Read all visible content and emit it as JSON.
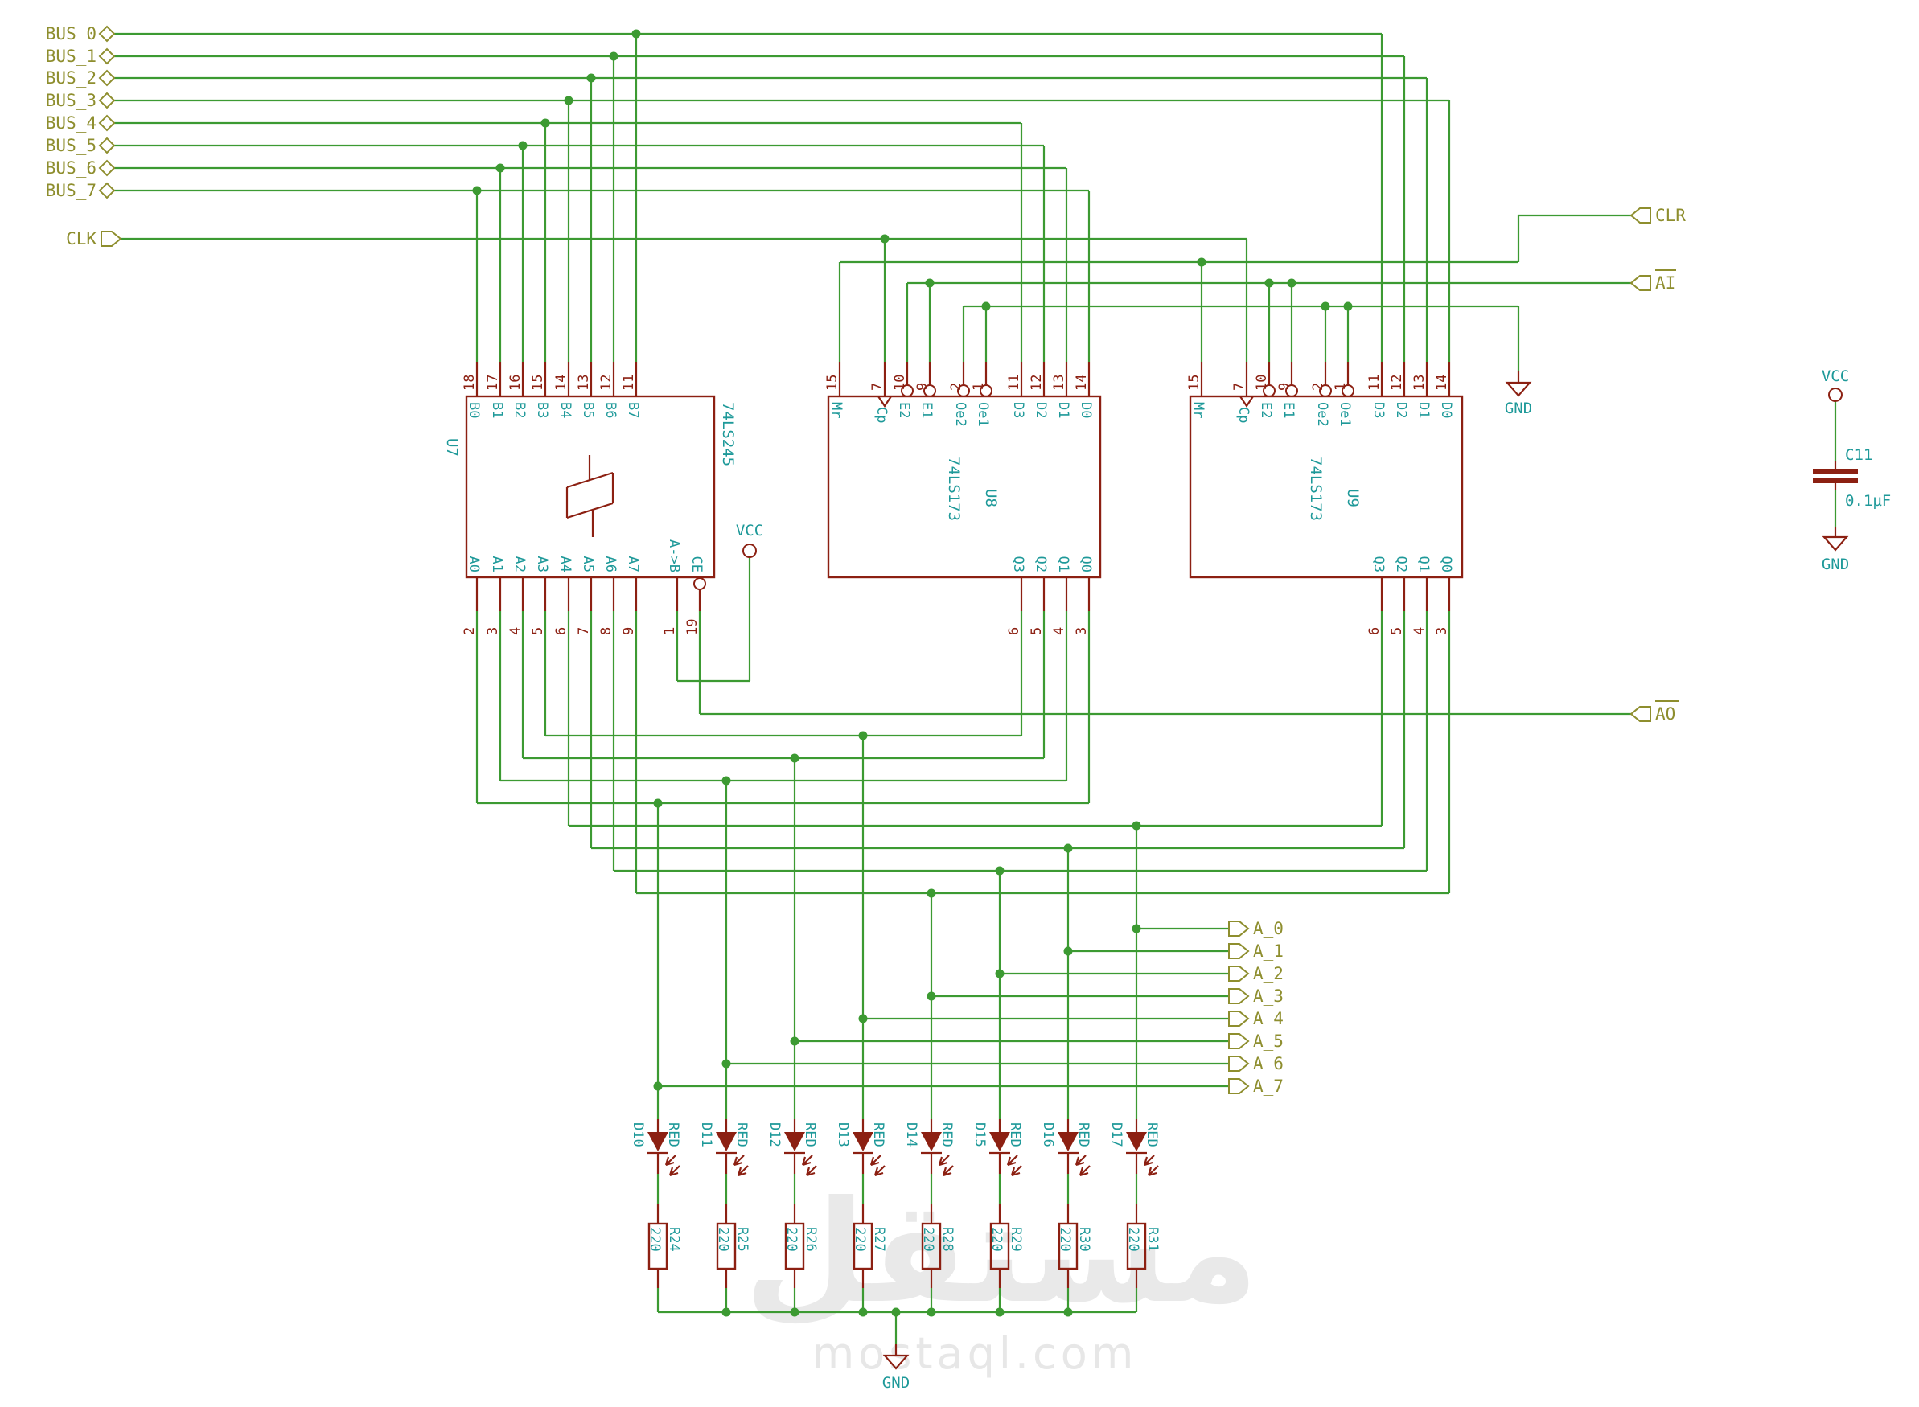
{
  "bus_labels": [
    "BUS_0",
    "BUS_1",
    "BUS_2",
    "BUS_3",
    "BUS_4",
    "BUS_5",
    "BUS_6",
    "BUS_7"
  ],
  "clk_label": "CLK",
  "clr_label": "CLR",
  "ai_label": "AI",
  "ao_label": "AO",
  "a_labels": [
    "A_0",
    "A_1",
    "A_2",
    "A_3",
    "A_4",
    "A_5",
    "A_6",
    "A_7"
  ],
  "colors": {
    "wire": "#3c9a32",
    "symbol": "#8c2012",
    "pin_name": "#1e9999",
    "net_label": "#8e8e2e",
    "watermark": "#e9e9e9"
  },
  "chips": {
    "u7": {
      "ref": "U7",
      "value": "74LS245",
      "top_nums": [
        "18",
        "17",
        "16",
        "15",
        "14",
        "13",
        "12",
        "11"
      ],
      "top_names": [
        "B0",
        "B1",
        "B2",
        "B3",
        "B4",
        "B5",
        "B6",
        "B7"
      ],
      "bot_nums": [
        "2",
        "3",
        "4",
        "5",
        "6",
        "7",
        "8",
        "9"
      ],
      "bot_names": [
        "A0",
        "A1",
        "A2",
        "A3",
        "A4",
        "A5",
        "A6",
        "A7"
      ],
      "dir_num": "1",
      "dir_name": "A->B",
      "ce_num": "19",
      "ce_name": "CE"
    },
    "u8": {
      "ref": "U8",
      "value": "74LS173",
      "top_nums": [
        "15",
        "7",
        "10",
        "9",
        "2",
        "1",
        "11",
        "12",
        "13",
        "14"
      ],
      "top_names": [
        "Mr",
        "Cp",
        "E2",
        "E1",
        "Oe2",
        "Oe1",
        "D3",
        "D2",
        "D1",
        "D0"
      ],
      "bot_nums": [
        "6",
        "5",
        "4",
        "3"
      ],
      "bot_names": [
        "Q3",
        "Q2",
        "Q1",
        "Q0"
      ]
    },
    "u9": {
      "ref": "U9",
      "value": "74LS173",
      "top_nums": [
        "15",
        "7",
        "10",
        "9",
        "2",
        "1",
        "11",
        "12",
        "13",
        "14"
      ],
      "top_names": [
        "Mr",
        "Cp",
        "E2",
        "E1",
        "Oe2",
        "Oe1",
        "D3",
        "D2",
        "D1",
        "D0"
      ],
      "bot_nums": [
        "6",
        "5",
        "4",
        "3"
      ],
      "bot_names": [
        "Q3",
        "Q2",
        "Q1",
        "Q0"
      ]
    }
  },
  "leds": {
    "refs": [
      "D10",
      "D11",
      "D12",
      "D13",
      "D14",
      "D15",
      "D16",
      "D17"
    ],
    "value": "RED"
  },
  "resistors": {
    "refs": [
      "R24",
      "R25",
      "R26",
      "R27",
      "R28",
      "R29",
      "R30",
      "R31"
    ],
    "value": "220"
  },
  "power": {
    "vcc": "VCC",
    "gnd": "GND"
  },
  "cap": {
    "ref": "C11",
    "value": "0.1µF"
  },
  "watermark": {
    "logo": "مستقل",
    "url": "mostaql.com"
  }
}
